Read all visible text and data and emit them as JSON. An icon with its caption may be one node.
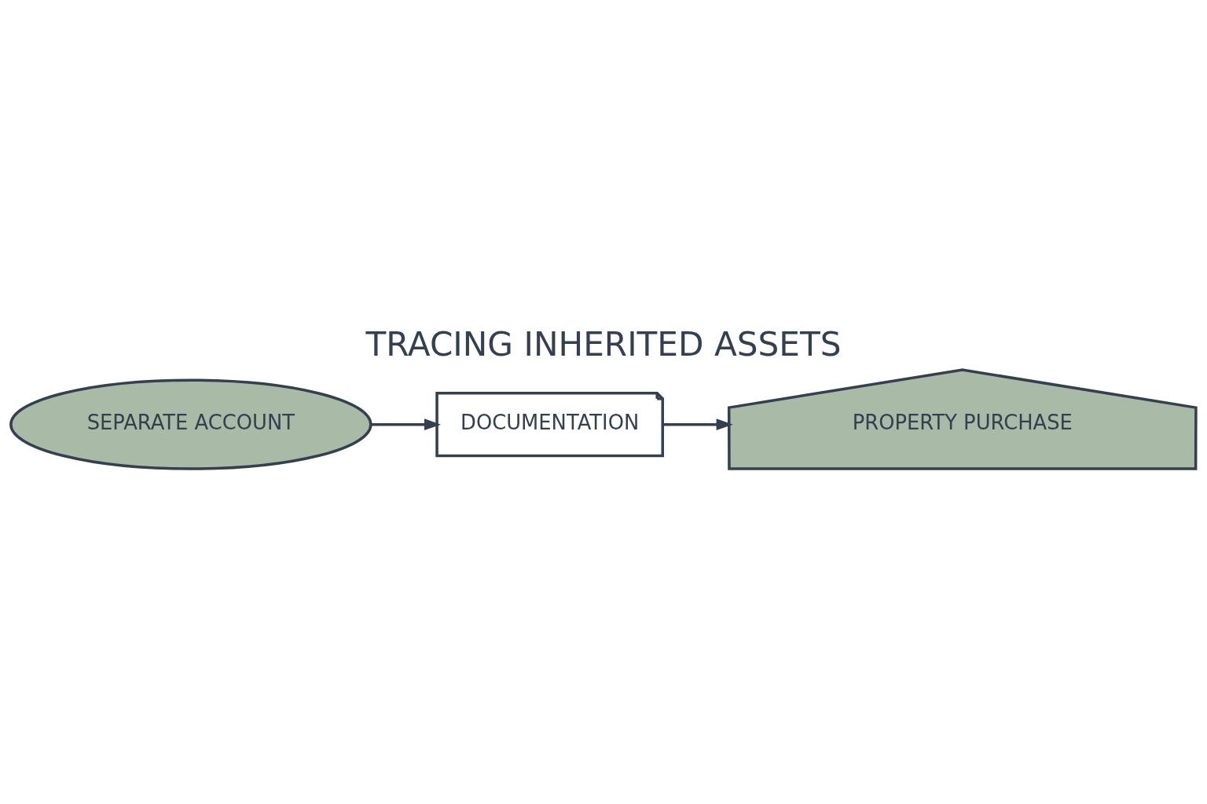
{
  "diagram": {
    "title": "TRACING INHERITED ASSETS",
    "nodes": [
      {
        "text": [
          "SEPARATE ACCOUNT"
        ]
      },
      {
        "text": [
          "DOCUMENTATION"
        ]
      },
      {
        "text": [
          "PROPERTY PURCHASE"
        ]
      }
    ],
    "edges": [
      {
        "from": 0,
        "to": 1,
        "arrow": "to"
      },
      {
        "from": 1,
        "to": 2,
        "arrow": "to"
      }
    ]
  }
}
